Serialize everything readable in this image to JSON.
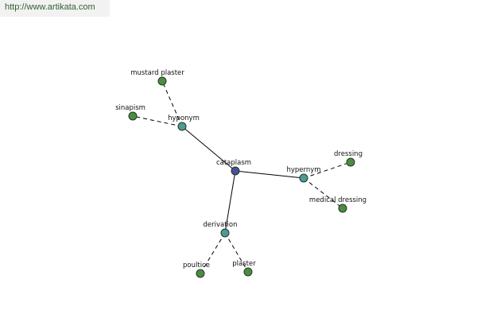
{
  "banner": {
    "url": "http://www.artikata.com"
  },
  "colors": {
    "center": "#4b4f9c",
    "relation": "#4e9a96",
    "leaf": "#4f8a45",
    "banner_text": "#2f5f2f"
  },
  "graph": {
    "nodes": [
      {
        "id": "cataplasm",
        "label": "cataplasm",
        "kind": "center"
      },
      {
        "id": "hyponym",
        "label": "hyponym",
        "kind": "relation"
      },
      {
        "id": "hypernym",
        "label": "hypernym",
        "kind": "relation"
      },
      {
        "id": "derivation",
        "label": "derivation",
        "kind": "relation"
      },
      {
        "id": "mustard-plaster",
        "label": "mustard plaster",
        "kind": "leaf"
      },
      {
        "id": "sinapism",
        "label": "sinapism",
        "kind": "leaf"
      },
      {
        "id": "dressing",
        "label": "dressing",
        "kind": "leaf"
      },
      {
        "id": "medical-dressing",
        "label": "medical dressing",
        "kind": "leaf"
      },
      {
        "id": "poultice",
        "label": "poultice",
        "kind": "leaf"
      },
      {
        "id": "plaster",
        "label": "plaster",
        "kind": "leaf"
      }
    ],
    "edges": [
      {
        "from": "cataplasm",
        "to": "hyponym",
        "style": "solid"
      },
      {
        "from": "cataplasm",
        "to": "hypernym",
        "style": "solid"
      },
      {
        "from": "cataplasm",
        "to": "derivation",
        "style": "solid"
      },
      {
        "from": "hyponym",
        "to": "mustard-plaster",
        "style": "dashed"
      },
      {
        "from": "hyponym",
        "to": "sinapism",
        "style": "dashed"
      },
      {
        "from": "hypernym",
        "to": "dressing",
        "style": "dashed"
      },
      {
        "from": "hypernym",
        "to": "medical-dressing",
        "style": "dashed"
      },
      {
        "from": "derivation",
        "to": "poultice",
        "style": "dashed"
      },
      {
        "from": "derivation",
        "to": "plaster",
        "style": "dashed"
      }
    ]
  }
}
